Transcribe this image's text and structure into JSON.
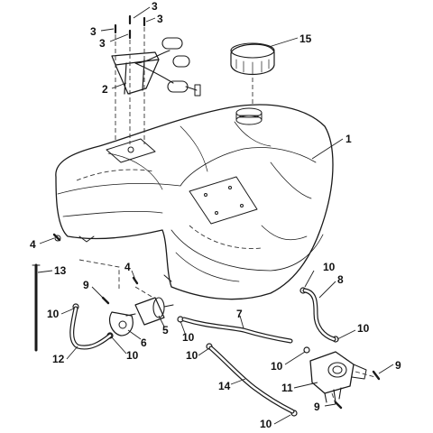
{
  "diagram": {
    "callouts": {
      "c1": "1",
      "c2": "2",
      "c3a": "3",
      "c3b": "3",
      "c3c": "3",
      "c3d": "3",
      "c4a": "4",
      "c4b": "4",
      "c5": "5",
      "c6": "6",
      "c7": "7",
      "c8": "8",
      "c9a": "9",
      "c9b": "9",
      "c9c": "9",
      "c10a": "10",
      "c10b": "10",
      "c10c": "10",
      "c10d": "10",
      "c10e": "10",
      "c10f": "10",
      "c10g": "10",
      "c10h": "10",
      "c11": "11",
      "c12": "12",
      "c13": "13",
      "c14": "14",
      "c15": "15"
    },
    "colors": {
      "ink": "#1a1a1a",
      "tank_fill": "#f7f7f7",
      "background": "#ffffff"
    }
  }
}
